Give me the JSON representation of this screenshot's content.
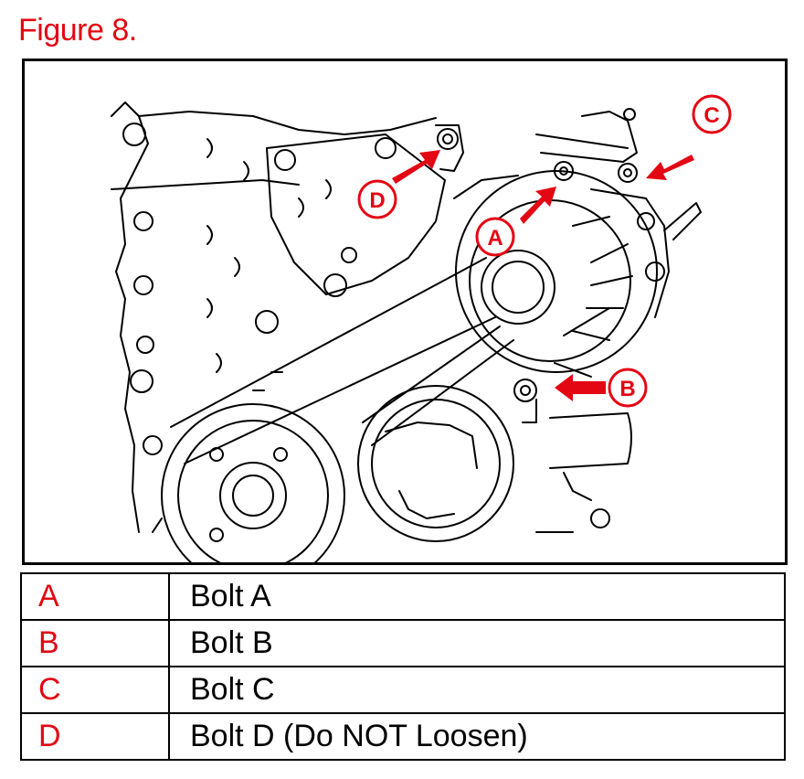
{
  "figure_title": "Figure 8.",
  "callouts": {
    "a": "A",
    "b": "B",
    "c": "C",
    "d": "D"
  },
  "legend": [
    {
      "key": "A",
      "description": "Bolt A"
    },
    {
      "key": "B",
      "description": "Bolt B"
    },
    {
      "key": "C",
      "description": "Bolt C"
    },
    {
      "key": "D",
      "description": "Bolt D (Do NOT Loosen)"
    }
  ],
  "colors": {
    "accent": "#e30613",
    "line": "#000000"
  }
}
